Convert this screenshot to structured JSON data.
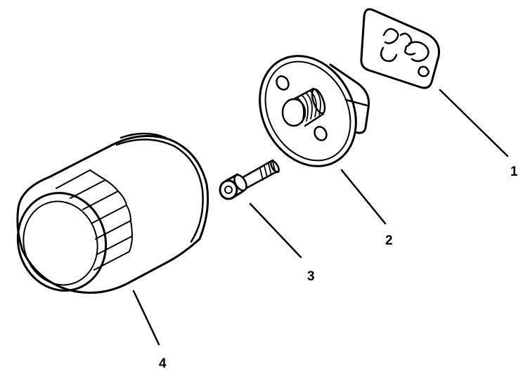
{
  "diagram": {
    "parts": [
      {
        "id": "gasket",
        "callout": "1",
        "icon": "gasket-icon"
      },
      {
        "id": "adapter",
        "callout": "2",
        "icon": "filter-adapter-icon"
      },
      {
        "id": "bolt",
        "callout": "3",
        "icon": "bolt-icon"
      },
      {
        "id": "filter",
        "callout": "4",
        "icon": "oil-filter-icon"
      }
    ],
    "colors": {
      "ink": "#000000",
      "paper": "#ffffff"
    }
  }
}
